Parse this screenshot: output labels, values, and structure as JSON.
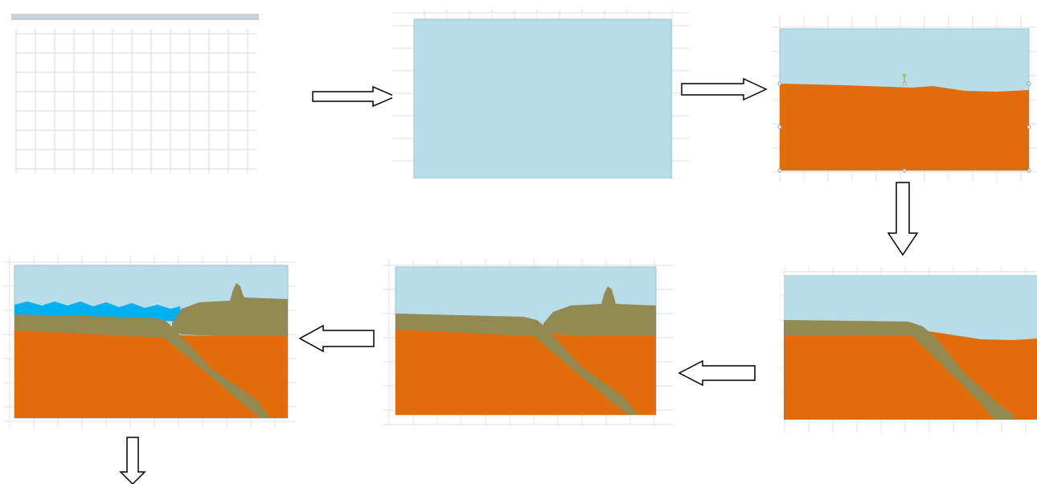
{
  "diagram": {
    "steps": [
      {
        "step": 1,
        "content": "empty-grid"
      },
      {
        "step": 2,
        "content": "sky-background"
      },
      {
        "step": 3,
        "content": "mantle-layer"
      },
      {
        "step": 4,
        "content": "oceanic-plate"
      },
      {
        "step": 5,
        "content": "continental-plate"
      },
      {
        "step": 6,
        "content": "ocean-water"
      }
    ]
  },
  "colors": {
    "sky": "#b7dde8",
    "mantle": "#e36c0a",
    "plate": "#938953",
    "water": "#00b0f0",
    "grid": "#d9d9d9",
    "toolbar": "#c8d1dc",
    "arrow_stroke": "#000000",
    "arrow_fill": "#ffffff"
  }
}
